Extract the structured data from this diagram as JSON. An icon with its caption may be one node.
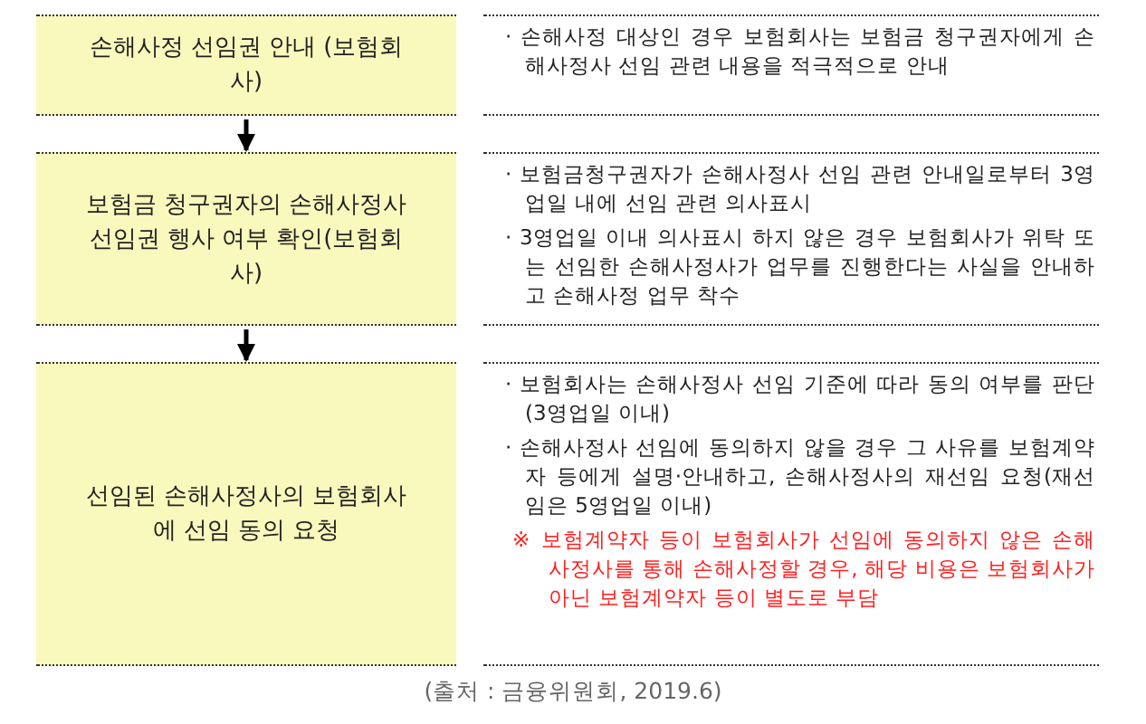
{
  "diagram": {
    "caption": "(출처 : 금융위원회, 2019.6)",
    "nodes": [
      {
        "text": [
          "손해사정 선임권 안내 (보험회사)"
        ]
      },
      {
        "text": [
          "· 손해사정 대상인 경우 보험회사는 보험금 청구권자에게 손해사정사 선임 관련 내용을 적극적으로 안내"
        ]
      },
      {
        "text": [
          "보험금 청구권자의 손해사정사 선임권 행사 여부 확인(보험회사)"
        ]
      },
      {
        "text": [
          "· 보험금청구권자가 손해사정사 선임 관련 안내일로부터 3영업일 내에 선임 관련 의사표시",
          "· 3영업일 이내 의사표시 하지 않은 경우 보험회사가 위탁 또는 선임한 손해사정사가 업무를 진행한다는 사실을 안내하고 손해사정 업무 착수"
        ]
      },
      {
        "text": [
          "선임된 손해사정사의 보험회사에 선임 동의 요청"
        ]
      },
      {
        "text": [
          "· 보험회사는 손해사정사 선임 기준에 따라 동의 여부를 판단(3영업일 이내)",
          "· 손해사정사 선임에 동의하지 않을 경우 그 사유를 보험계약자 등에게 설명·안내하고, 손해사정사의 재선임 요청(재선임은 5영업일 이내)",
          "※ 보험계약자 등이 보험회사가 선임에 동의하지 않은 손해사정사를 통해 손해사정할 경우, 해당 비용은 보험회사가 아닌 보험계약자 등이 별도로 부담"
        ]
      }
    ],
    "edges": [
      {
        "from": 0,
        "to": 2,
        "arrow": "to"
      },
      {
        "from": 2,
        "to": 4,
        "arrow": "to"
      }
    ]
  }
}
